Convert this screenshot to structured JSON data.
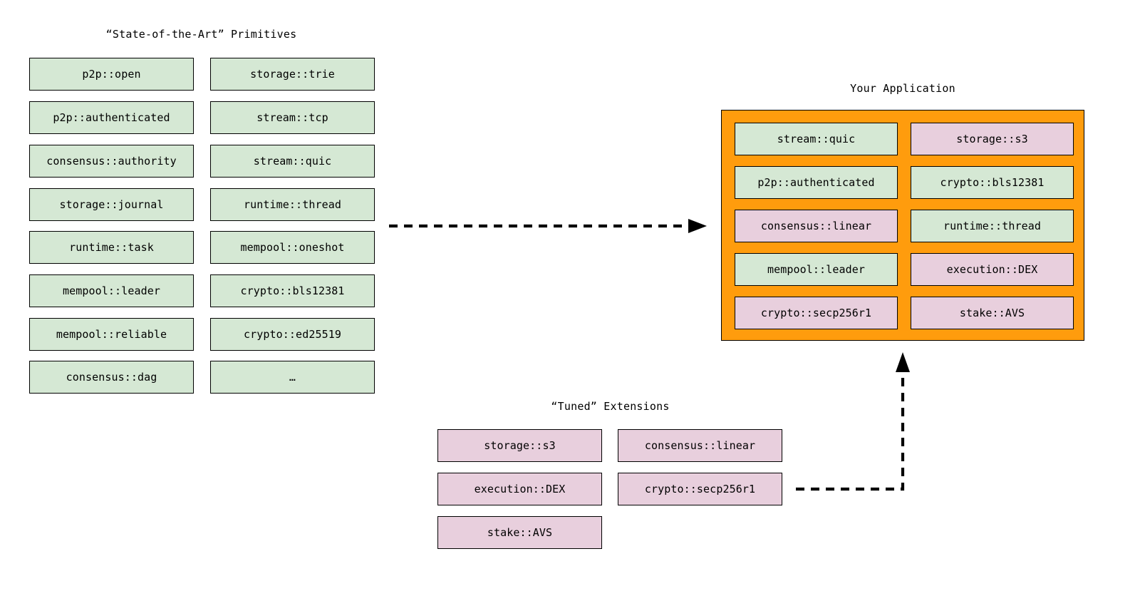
{
  "diagram": {
    "title_primitives": "“State-of-the-Art” Primitives",
    "title_application": "Your Application",
    "title_extensions": "“Tuned” Extensions",
    "colors": {
      "green_fill": "#d5e8d4",
      "pink_fill": "#e8cfdd",
      "panel_fill": "#ff9c0d",
      "stroke": "#000000",
      "background": "#ffffff"
    }
  },
  "primitives": {
    "column_left": [
      {
        "label": "p2p::open",
        "color": "green"
      },
      {
        "label": "p2p::authenticated",
        "color": "green"
      },
      {
        "label": "consensus::authority",
        "color": "green"
      },
      {
        "label": "storage::journal",
        "color": "green"
      },
      {
        "label": "runtime::task",
        "color": "green"
      },
      {
        "label": "mempool::leader",
        "color": "green"
      },
      {
        "label": "mempool::reliable",
        "color": "green"
      },
      {
        "label": "consensus::dag",
        "color": "green"
      }
    ],
    "column_right": [
      {
        "label": "storage::trie",
        "color": "green"
      },
      {
        "label": "stream::tcp",
        "color": "green"
      },
      {
        "label": "stream::quic",
        "color": "green"
      },
      {
        "label": "runtime::thread",
        "color": "green"
      },
      {
        "label": "mempool::oneshot",
        "color": "green"
      },
      {
        "label": "crypto::bls12381",
        "color": "green"
      },
      {
        "label": "crypto::ed25519",
        "color": "green"
      },
      {
        "label": "…",
        "color": "green"
      }
    ]
  },
  "application": {
    "column_left": [
      {
        "label": "stream::quic",
        "color": "green"
      },
      {
        "label": "p2p::authenticated",
        "color": "green"
      },
      {
        "label": "consensus::linear",
        "color": "pink"
      },
      {
        "label": "mempool::leader",
        "color": "green"
      },
      {
        "label": "crypto::secp256r1",
        "color": "pink"
      }
    ],
    "column_right": [
      {
        "label": "storage::s3",
        "color": "pink"
      },
      {
        "label": "crypto::bls12381",
        "color": "green"
      },
      {
        "label": "runtime::thread",
        "color": "green"
      },
      {
        "label": "execution::DEX",
        "color": "pink"
      },
      {
        "label": "stake::AVS",
        "color": "pink"
      }
    ]
  },
  "extensions": {
    "column_left": [
      {
        "label": "storage::s3",
        "color": "pink"
      },
      {
        "label": "execution::DEX",
        "color": "pink"
      },
      {
        "label": "stake::AVS",
        "color": "pink"
      }
    ],
    "column_right": [
      {
        "label": "consensus::linear",
        "color": "pink"
      },
      {
        "label": "crypto::secp256r1",
        "color": "pink"
      }
    ]
  },
  "arrows": [
    {
      "name": "primitives-to-application",
      "style": "dashed",
      "direction": "right"
    },
    {
      "name": "extensions-to-application",
      "style": "dashed",
      "direction": "elbow-up"
    }
  ]
}
